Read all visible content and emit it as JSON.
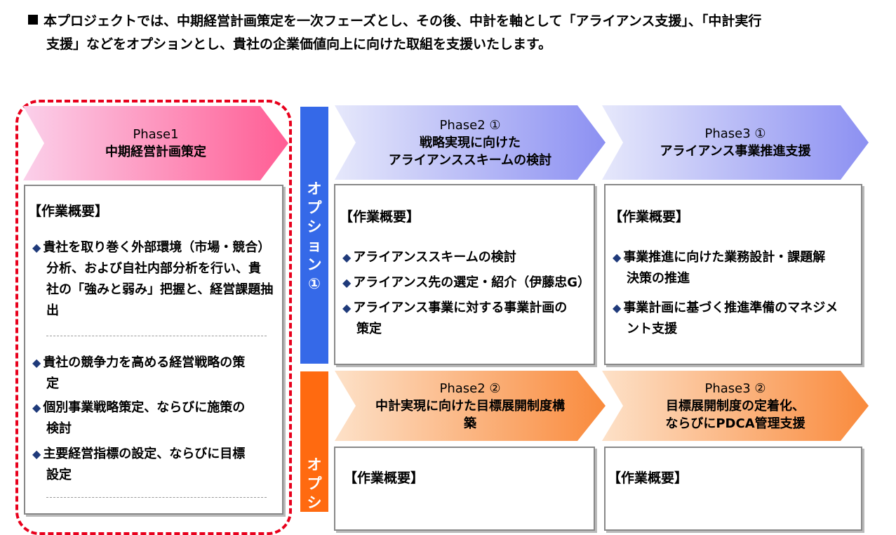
{
  "intro": {
    "line1": "本プロジェクトでは、中期経営計画策定を一次フェーズとし、その後、中計を軸として「アライアンス支援」、「中計実行",
    "line2": "支援」などをオプションとし、貴社の企業価値向上に向けた取組を支援いたします。"
  },
  "phase1": {
    "title": "Phase1",
    "subtitle": "中期経営計画策定",
    "header": "【作業概要】",
    "group1": {
      "item1": {
        "l1": "貴社を取り巻く外部環境（市場・競合）",
        "l2": "分析、および自社内部分析を行い、貴",
        "l3": "社の「強みと弱み」把握と、経営課題抽",
        "l4": "出"
      }
    },
    "group2": {
      "item1": {
        "l1": "貴社の競争力を高める経営戦略の策",
        "l2": "定"
      },
      "item2": {
        "l1": "個別事業戦略策定、ならびに施策の",
        "l2": "検討"
      },
      "item3": {
        "l1": "主要経営指標の設定、ならびに目標",
        "l2": "設定"
      }
    }
  },
  "option1": {
    "chars": [
      "オ",
      "プ",
      "シ",
      "ョ",
      "ン",
      "①"
    ]
  },
  "option2": {
    "chars": [
      "オ",
      "プ",
      "シ"
    ]
  },
  "phase2_1": {
    "title": "Phase2 ①",
    "l2": "戦略実現に向けた",
    "l3": "アライアンススキームの検討",
    "header": "【作業概要】",
    "item1": "アライアンススキームの検討",
    "item2": "アライアンス先の選定・紹介（伊藤忠G）",
    "item3": {
      "l1": "アライアンス事業に対する事業計画の",
      "l2": "策定"
    }
  },
  "phase3_1": {
    "title": "Phase3 ①",
    "l2": "アライアンス事業推進支援",
    "header": "【作業概要】",
    "item1": {
      "l1": "事業推進に向けた業務設計・課題解",
      "l2": "決策の推進"
    },
    "item2": {
      "l1": "事業計画に基づく推進準備のマネジメ",
      "l2": "ント支援"
    }
  },
  "phase2_2": {
    "title": "Phase2 ②",
    "l2": "中計実現に向けた目標展開制度構",
    "l3": "築",
    "header": "【作業概要】"
  },
  "phase3_2": {
    "title": "Phase3 ②",
    "l2": "目標展開制度の定着化、",
    "l3": "ならびにPDCA管理支援",
    "header": "【作業概要】"
  },
  "colors": {
    "dashed_frame": "#e8001c",
    "phase1_grad": [
      "#fbd0ea",
      "#ff5d94"
    ],
    "phase_blue_grad": [
      "#e6e8fb",
      "#8c90f2"
    ],
    "phase_orange_grad": [
      "#fde1c8",
      "#f98a3c"
    ],
    "option1_bar": "#3569e8",
    "option2_bar": "#ff6a10",
    "bullet": "#1f3a7a"
  },
  "icons": {
    "bullet": "diamond-bullet-icon",
    "intro_marker": "square-bullet-icon"
  }
}
